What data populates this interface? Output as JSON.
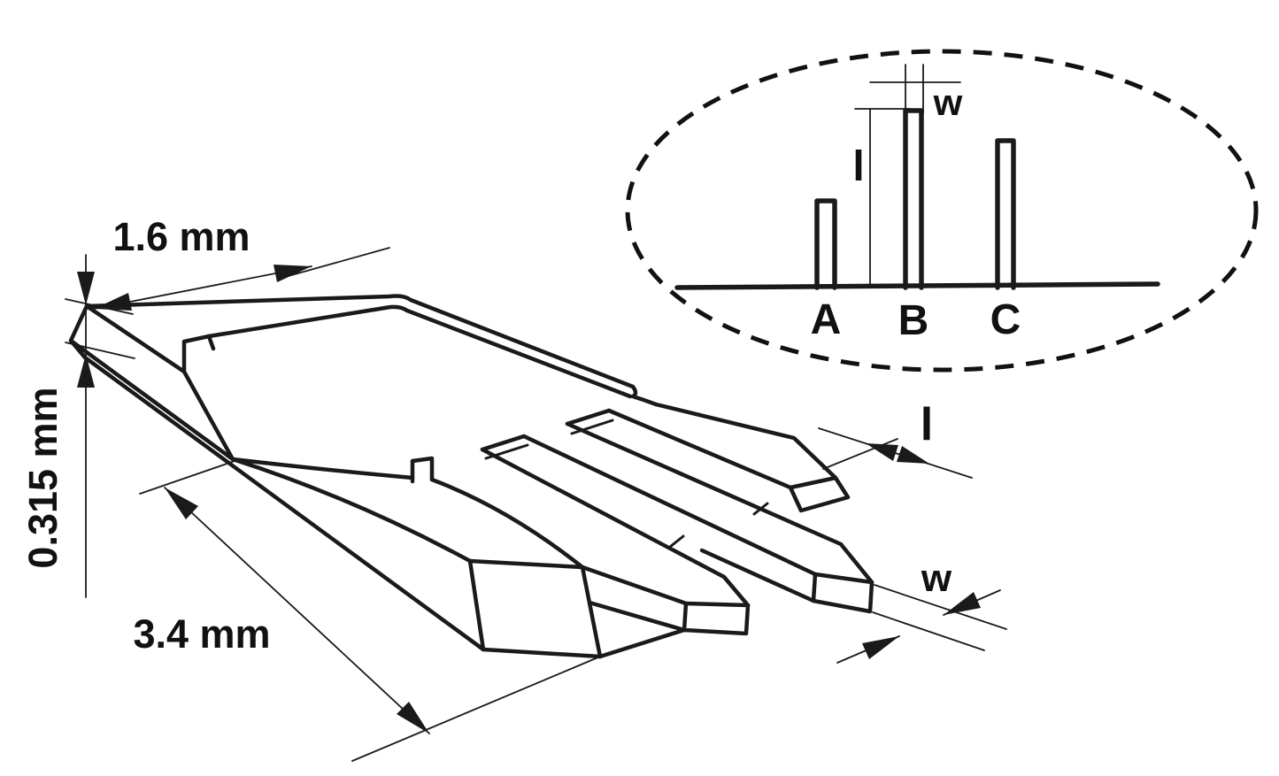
{
  "drawing": {
    "type": "isometric-package-outline-drawing",
    "colors": {
      "line": "#1a1a1a",
      "background": "#ffffff"
    },
    "dimensions": {
      "width_label": "1.6 mm",
      "thickness_label": "0.315 mm",
      "length_label": "3.4 mm",
      "lead_length_label": "l",
      "lead_width_label": "w"
    },
    "inset": {
      "pin_labels": [
        "A",
        "B",
        "C"
      ],
      "lead_length_label": "l",
      "lead_width_label": "w"
    }
  }
}
